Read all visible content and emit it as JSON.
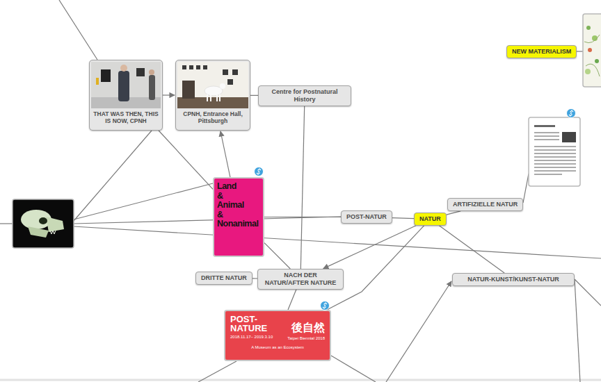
{
  "diagram": {
    "nodes": [
      {
        "text": [
          "THAT WAS THEN, THIS IS NOW, CPNH"
        ]
      },
      {
        "text": [
          "CPNH, Entrance Hall, Pittsburgh"
        ]
      },
      {
        "text": [
          "Centre for Postnatural History"
        ]
      },
      {
        "text": [
          "NEW MATERIALISM"
        ]
      },
      {
        "text": [
          "Land & Animal & Nonanimal"
        ]
      },
      {
        "text": [
          "POST-NATUR"
        ]
      },
      {
        "text": [
          "NATUR"
        ]
      },
      {
        "text": [
          "ARTIFIZIELLE NATUR"
        ]
      },
      {
        "text": [
          "DRITTE NATUR"
        ]
      },
      {
        "text": [
          "NACH DER NATUR/AFTER NATURE"
        ]
      },
      {
        "text": [
          "NATUR-KUNST/KUNST-NATUR"
        ]
      },
      {
        "text": [
          "POST-NATURE",
          "2018.11.17– 2019.3.10",
          "後自然",
          "Taipei Biennial 2018",
          "A Museum as an Ecosystem"
        ]
      }
    ],
    "edges": [
      {
        "from": 0,
        "to": 1,
        "arrow": "to"
      },
      {
        "from": 4,
        "to": 1,
        "arrow": "to"
      },
      {
        "from": 1,
        "to": 2,
        "arrow": "none"
      },
      {
        "from": 4,
        "to": 0,
        "arrow": "none"
      },
      {
        "from": 4,
        "to": 5,
        "arrow": "none"
      },
      {
        "from": 5,
        "to": 6,
        "arrow": "none"
      },
      {
        "from": 6,
        "to": 7,
        "arrow": "none"
      },
      {
        "from": 6,
        "to": 10,
        "arrow": "none"
      },
      {
        "from": 8,
        "to": 9,
        "arrow": "none"
      },
      {
        "from": 9,
        "to": 11,
        "arrow": "none"
      },
      {
        "from": 11,
        "to": 6,
        "arrow": "none"
      },
      {
        "from": 4,
        "to": 9,
        "arrow": "none"
      },
      {
        "from": 6,
        "to": 9,
        "arrow": "to"
      },
      {
        "from": 2,
        "to": 9,
        "arrow": "none"
      }
    ]
  }
}
